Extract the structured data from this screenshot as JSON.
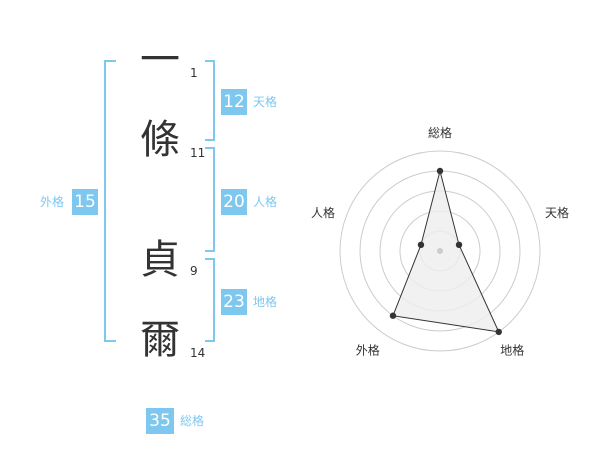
{
  "name": {
    "chars": [
      {
        "char": "一",
        "strokes": "1"
      },
      {
        "char": "條",
        "strokes": "11"
      },
      {
        "char": "貞",
        "strokes": "9"
      },
      {
        "char": "爾",
        "strokes": "14"
      }
    ]
  },
  "fortune": {
    "tenkaku": {
      "value": "12",
      "label": "天格"
    },
    "jinkaku": {
      "value": "20",
      "label": "人格"
    },
    "chikaku": {
      "value": "23",
      "label": "地格"
    },
    "gaikaku": {
      "value": "15",
      "label": "外格"
    },
    "soukaku": {
      "value": "35",
      "label": "総格"
    }
  },
  "chart_data": {
    "type": "radar",
    "axes": [
      "総格",
      "天格",
      "地格",
      "外格",
      "人格"
    ],
    "values": [
      4,
      1,
      5,
      4,
      1
    ],
    "max": 5,
    "rings": 5,
    "fill_color": "#eeeeee",
    "line_color": "#333333",
    "grid_color": "#cccccc"
  }
}
